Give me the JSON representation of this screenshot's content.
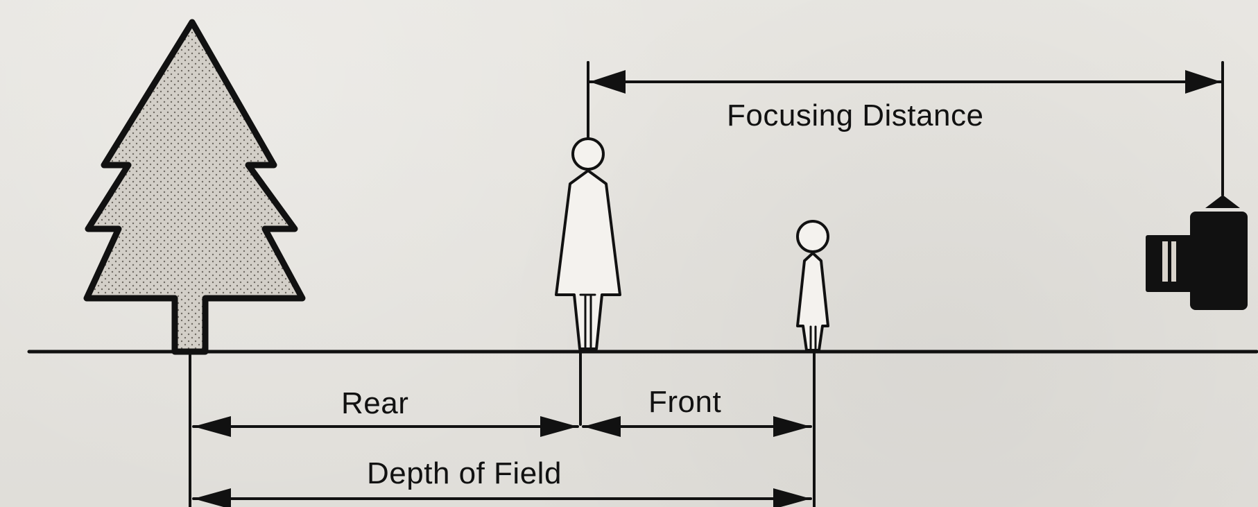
{
  "diagram": {
    "labels": {
      "focusing_distance": "Focusing Distance",
      "rear": "Rear",
      "front": "Front",
      "depth_of_field": "Depth of Field"
    },
    "colors": {
      "ink": "#111111",
      "paper": "#e7e5e0"
    },
    "icons": [
      "tree-icon",
      "adult-figure-icon",
      "child-figure-icon",
      "camera-icon"
    ]
  }
}
